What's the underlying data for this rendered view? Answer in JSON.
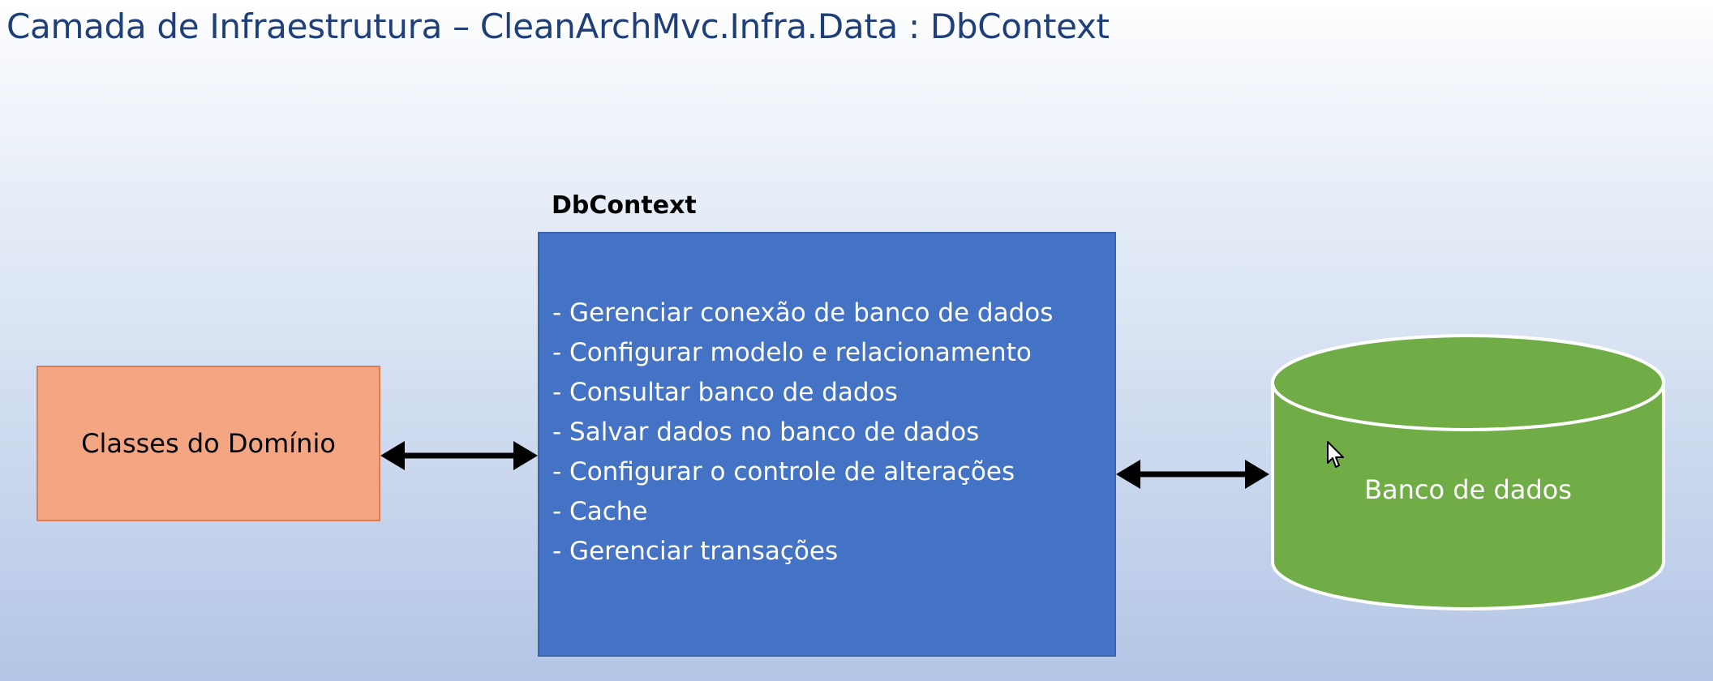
{
  "slide": {
    "title": "Camada de Infraestrutura – CleanArchMvc.Infra.Data : DbContext"
  },
  "domain_box": {
    "label": "Classes do Domínio",
    "fill": "#f4a582"
  },
  "dbcontext": {
    "heading": "DbContext",
    "fill": "#4472c4",
    "items": [
      "Gerenciar conexão de banco de dados",
      "Configurar modelo e relacionamento",
      "Consultar banco de dados",
      "Salvar dados no banco de dados",
      "Configurar o controle de alterações",
      "Cache",
      "Gerenciar transações"
    ]
  },
  "database": {
    "label": "Banco de dados",
    "fill": "#70ad47"
  },
  "icons": {
    "connector_left": "double-arrow-icon",
    "connector_right": "double-arrow-icon",
    "cursor": "mouse-pointer-icon"
  }
}
